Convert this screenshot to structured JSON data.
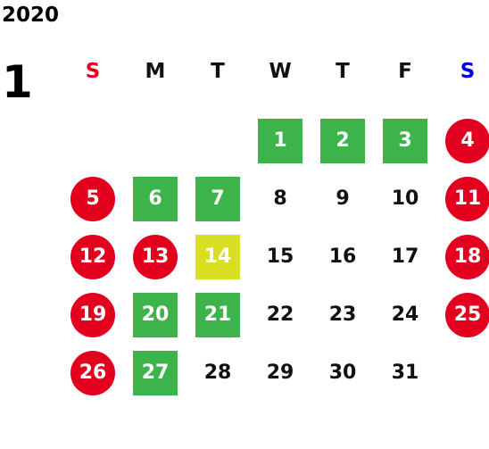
{
  "calendar": {
    "year": "2020",
    "month": "1",
    "weekdays": [
      {
        "label": "S",
        "color": "#e3001f"
      },
      {
        "label": "M",
        "color": "#111111"
      },
      {
        "label": "T",
        "color": "#111111"
      },
      {
        "label": "W",
        "color": "#111111"
      },
      {
        "label": "T",
        "color": "#111111"
      },
      {
        "label": "F",
        "color": "#111111"
      },
      {
        "label": "S",
        "color": "#0000dd"
      }
    ],
    "colors": {
      "holiday_red": "#e3001f",
      "business_green": "#3cb44b",
      "special_yellow": "#d8df22"
    },
    "weeks": [
      [
        null,
        null,
        null,
        {
          "day": "1",
          "style": "green"
        },
        {
          "day": "2",
          "style": "green"
        },
        {
          "day": "3",
          "style": "green"
        },
        {
          "day": "4",
          "style": "red"
        }
      ],
      [
        {
          "day": "5",
          "style": "red"
        },
        {
          "day": "6",
          "style": "green"
        },
        {
          "day": "7",
          "style": "green"
        },
        {
          "day": "8",
          "style": "plain"
        },
        {
          "day": "9",
          "style": "plain"
        },
        {
          "day": "10",
          "style": "plain"
        },
        {
          "day": "11",
          "style": "red"
        }
      ],
      [
        {
          "day": "12",
          "style": "red"
        },
        {
          "day": "13",
          "style": "red"
        },
        {
          "day": "14",
          "style": "yellow"
        },
        {
          "day": "15",
          "style": "plain"
        },
        {
          "day": "16",
          "style": "plain"
        },
        {
          "day": "17",
          "style": "plain"
        },
        {
          "day": "18",
          "style": "red"
        }
      ],
      [
        {
          "day": "19",
          "style": "red"
        },
        {
          "day": "20",
          "style": "green"
        },
        {
          "day": "21",
          "style": "green"
        },
        {
          "day": "22",
          "style": "plain"
        },
        {
          "day": "23",
          "style": "plain"
        },
        {
          "day": "24",
          "style": "plain"
        },
        {
          "day": "25",
          "style": "red"
        }
      ],
      [
        {
          "day": "26",
          "style": "red"
        },
        {
          "day": "27",
          "style": "green"
        },
        {
          "day": "28",
          "style": "plain"
        },
        {
          "day": "29",
          "style": "plain"
        },
        {
          "day": "30",
          "style": "plain"
        },
        {
          "day": "31",
          "style": "plain"
        },
        null
      ]
    ]
  }
}
